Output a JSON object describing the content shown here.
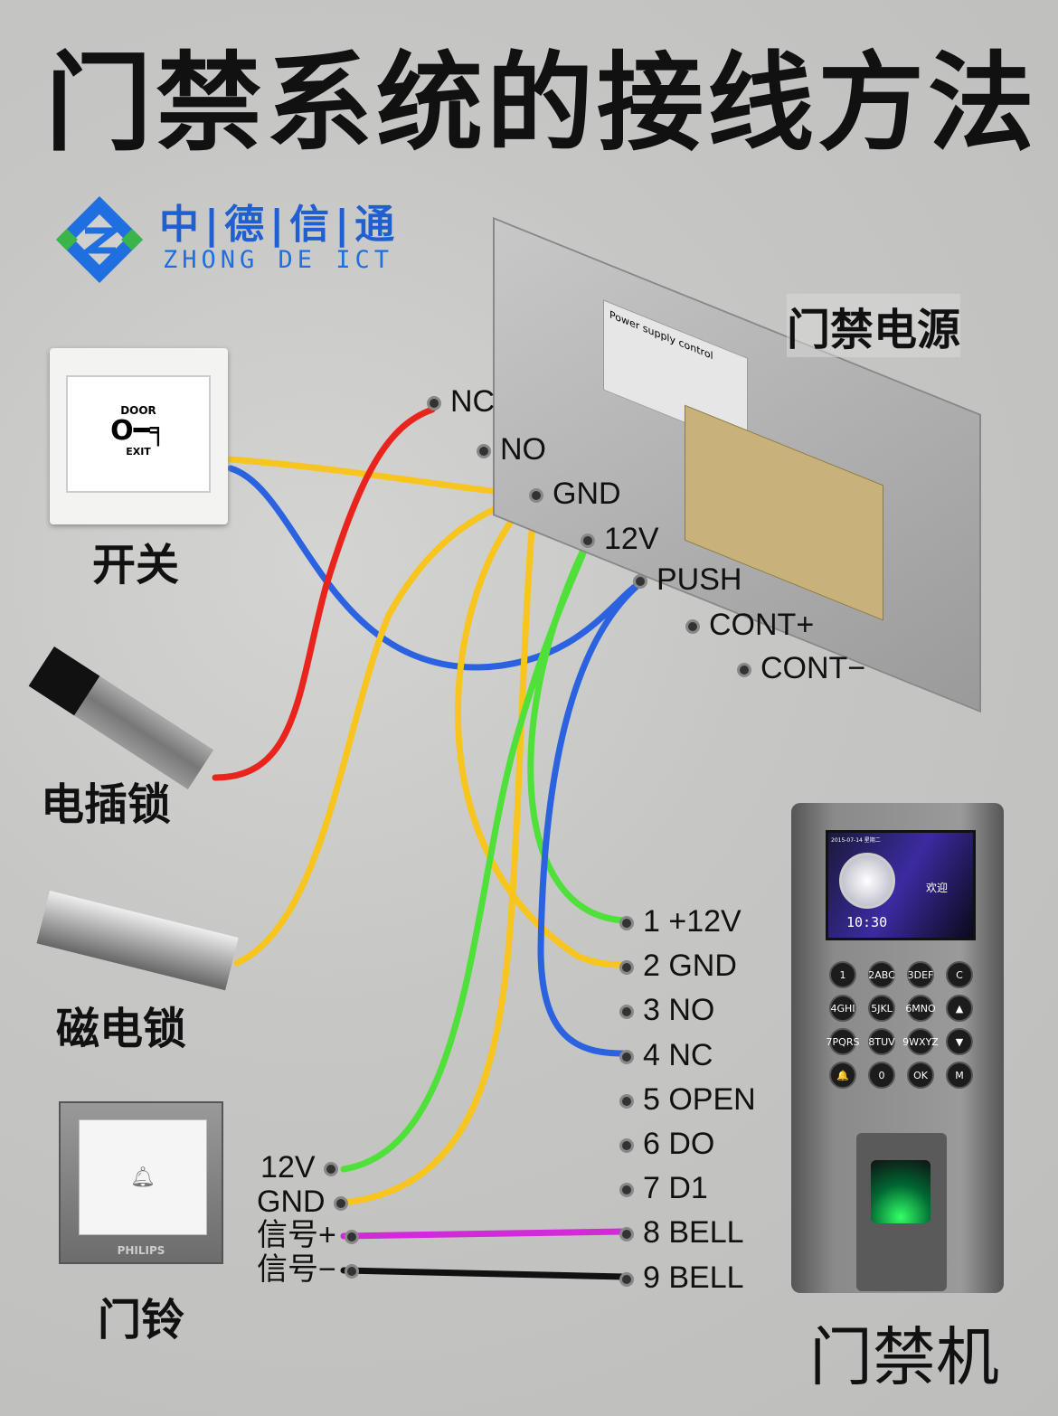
{
  "title": "门禁系统的接线方法",
  "brand": {
    "name_cn": "中|德|信|通",
    "name_en": "ZHONG DE ICT",
    "colors": [
      "#1f6fe0",
      "#3bb54a"
    ]
  },
  "devices": {
    "exit_button": {
      "label": "开关",
      "face_top": "DOOR",
      "face_bottom": "EXIT"
    },
    "bolt_lock": {
      "label": "电插锁"
    },
    "mag_lock": {
      "label": "磁电锁"
    },
    "doorbell": {
      "label": "门铃",
      "brand": "PHILIPS",
      "terminals": [
        "12V",
        "GND",
        "信号+",
        "信号−"
      ]
    },
    "power_supply": {
      "label": "门禁电源",
      "sticker": "Power supply control",
      "terminals": [
        "NC",
        "NO",
        "GND",
        "12V",
        "PUSH",
        "CONT+",
        "CONT−"
      ]
    },
    "terminal": {
      "label": "门禁机",
      "date": "2015-07-14 星期二",
      "time": "10:30",
      "welcome": "欢迎",
      "keys": [
        "1",
        "2ABC",
        "3DEF",
        "C",
        "4GHI",
        "5JKL",
        "6MNO",
        "▲",
        "7PQRS",
        "8TUV",
        "9WXYZ",
        "▼",
        "🔔",
        "0",
        "OK",
        "M"
      ],
      "terminals": [
        "1 +12V",
        "2 GND",
        "3 NO",
        "4 NC",
        "5 OPEN",
        "6 DO",
        "7 D1",
        "8 BELL",
        "9 BELL"
      ]
    }
  },
  "wire_colors": {
    "red": "#e8241c",
    "yellow": "#f7c51e",
    "blue": "#2a62e0",
    "green": "#4fe03a",
    "magenta": "#d22ad8",
    "black": "#111111"
  }
}
